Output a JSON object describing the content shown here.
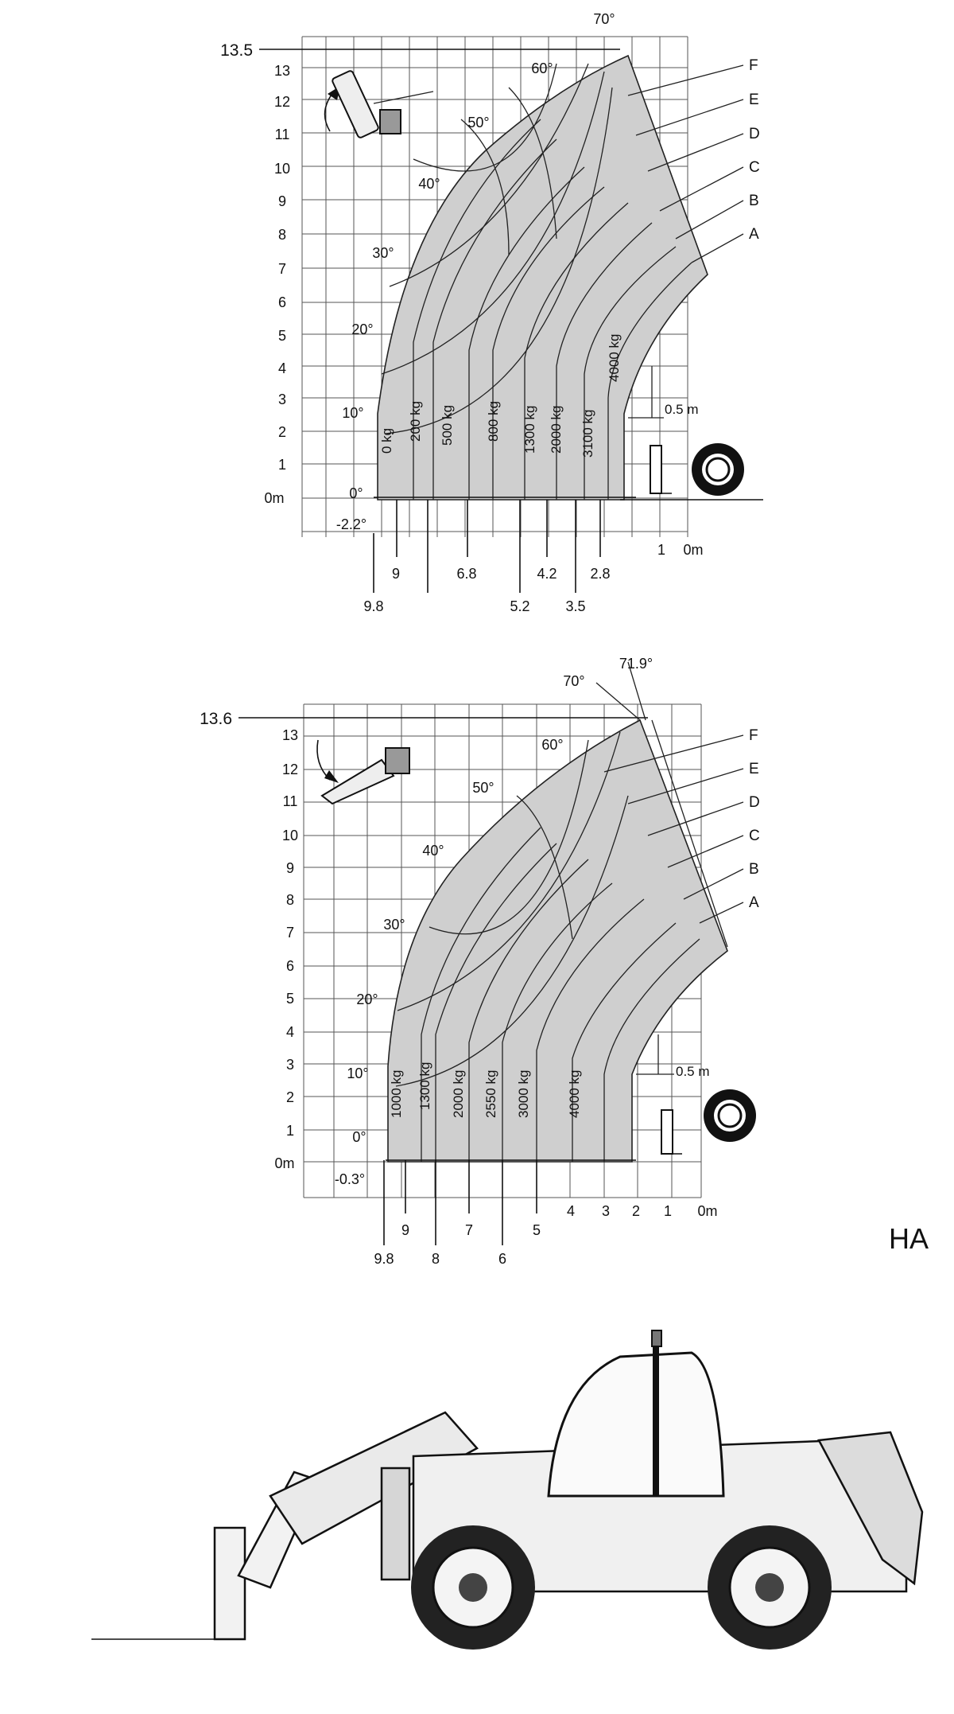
{
  "chart1": {
    "top_height_label": "13.5",
    "y_ticks": [
      "13",
      "12",
      "11",
      "10",
      "9",
      "8",
      "7",
      "6",
      "5",
      "4",
      "3",
      "2",
      "1",
      "0m"
    ],
    "angles": [
      "70°",
      "60°",
      "50°",
      "40°",
      "30°",
      "20°",
      "10°",
      "0°",
      "-2.2°"
    ],
    "zones": [
      "F",
      "E",
      "D",
      "C",
      "B",
      "A"
    ],
    "loads": [
      "0 kg",
      "200 kg",
      "500 kg",
      "800 kg",
      "1300 kg",
      "2000 kg",
      "3100 kg",
      "4000 kg"
    ],
    "clearance_label": "0.5 m",
    "bottom_x_labels": [
      "9",
      "6.8",
      "4.2",
      "2.8",
      "1",
      "0m"
    ],
    "lower_x_labels": [
      "9.8",
      "5.2",
      "3.5"
    ]
  },
  "chart2": {
    "top_height_label": "13.6",
    "y_ticks": [
      "13",
      "12",
      "11",
      "10",
      "9",
      "8",
      "7",
      "6",
      "5",
      "4",
      "3",
      "2",
      "1",
      "0m"
    ],
    "angles": [
      "70°",
      "71.9°",
      "60°",
      "50°",
      "40°",
      "30°",
      "20°",
      "10°",
      "0°",
      "-0.3°"
    ],
    "zones": [
      "F",
      "E",
      "D",
      "C",
      "B",
      "A"
    ],
    "loads": [
      "1000 kg",
      "1300 kg",
      "2000 kg",
      "2550 kg",
      "3000 kg",
      "4000 kg"
    ],
    "clearance_label": "0.5 m",
    "bottom_x_labels": [
      "9",
      "7",
      "5",
      "4",
      "3",
      "2",
      "1",
      "0m"
    ],
    "lower_x_labels": [
      "9.8",
      "8",
      "6"
    ]
  },
  "side_label": "HA"
}
